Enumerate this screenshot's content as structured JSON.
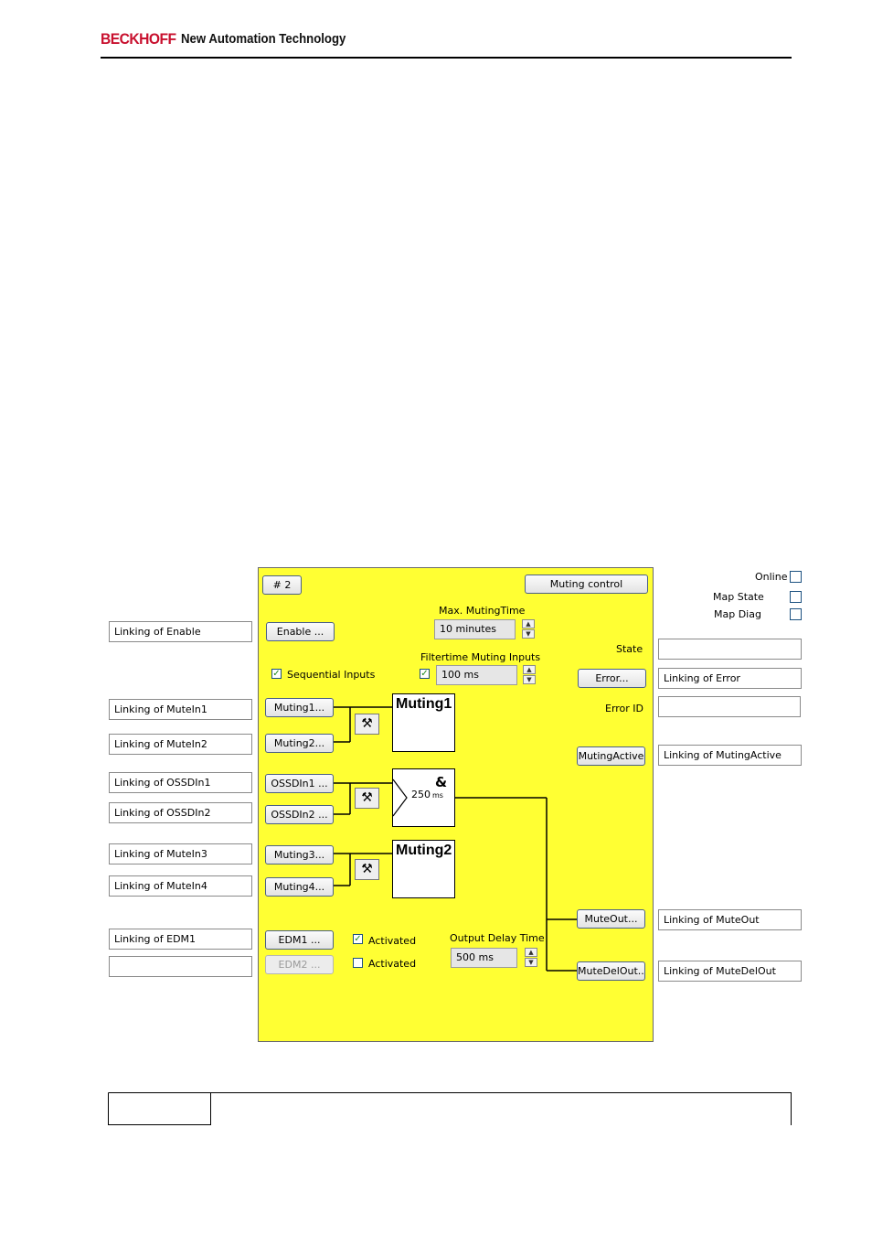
{
  "header": {
    "brand": "BECKHOFF",
    "tagline": "New Automation Technology"
  },
  "panel": {
    "number_label": "# 2",
    "title_button": "Muting control",
    "max_muting_label": "Max. MutingTime",
    "max_muting_value": "10 minutes",
    "filter_label": "Filtertime Muting Inputs",
    "filter_value": "100 ms",
    "output_delay_label": "Output Delay Time",
    "output_delay_value": "500 ms",
    "sequential_inputs_label": "Sequential Inputs",
    "state_label": "State",
    "error_id_label": "Error ID",
    "activated_label_1": "Activated",
    "activated_label_2": "Activated",
    "buttons": {
      "enable": "Enable ...",
      "muting1": "Muting1...",
      "muting2": "Muting2...",
      "ossdin1": "OSSDIn1 ...",
      "ossdin2": "OSSDIn2 ...",
      "muting3": "Muting3...",
      "muting4": "Muting4...",
      "edm1": "EDM1 ...",
      "edm2": "EDM2 ...",
      "error": "Error...",
      "mutingactive": "MutingActive",
      "muteout": "MuteOut...",
      "mutedelout": "MuteDelOut..."
    },
    "blocks": {
      "muting1": "Muting1",
      "muting2": "Muting2",
      "and_symbol": "&",
      "delay": "250",
      "delay_unit": "ms"
    }
  },
  "right_options": {
    "online": "Online",
    "map_state": "Map State",
    "map_diag": "Map Diag"
  },
  "links_left": {
    "enable": "Linking of Enable",
    "mutein1": "Linking of MuteIn1",
    "mutein2": "Linking of MuteIn2",
    "ossdin1": "Linking of OSSDIn1",
    "ossdin2": "Linking of OSSDIn2",
    "mutein3": "Linking of MuteIn3",
    "mutein4": "Linking of MuteIn4",
    "edm1": "Linking of EDM1",
    "edm2": ""
  },
  "links_right": {
    "state": "",
    "error": "Linking of Error",
    "error_id": "",
    "mutingactive": "Linking of MutingActive",
    "muteout": "Linking of MuteOut",
    "mutedelout": "Linking of MuteDelOut"
  },
  "colors": {
    "panel_bg": "#ffff33",
    "brand": "#c8102e",
    "check": "#1e8a1e"
  }
}
